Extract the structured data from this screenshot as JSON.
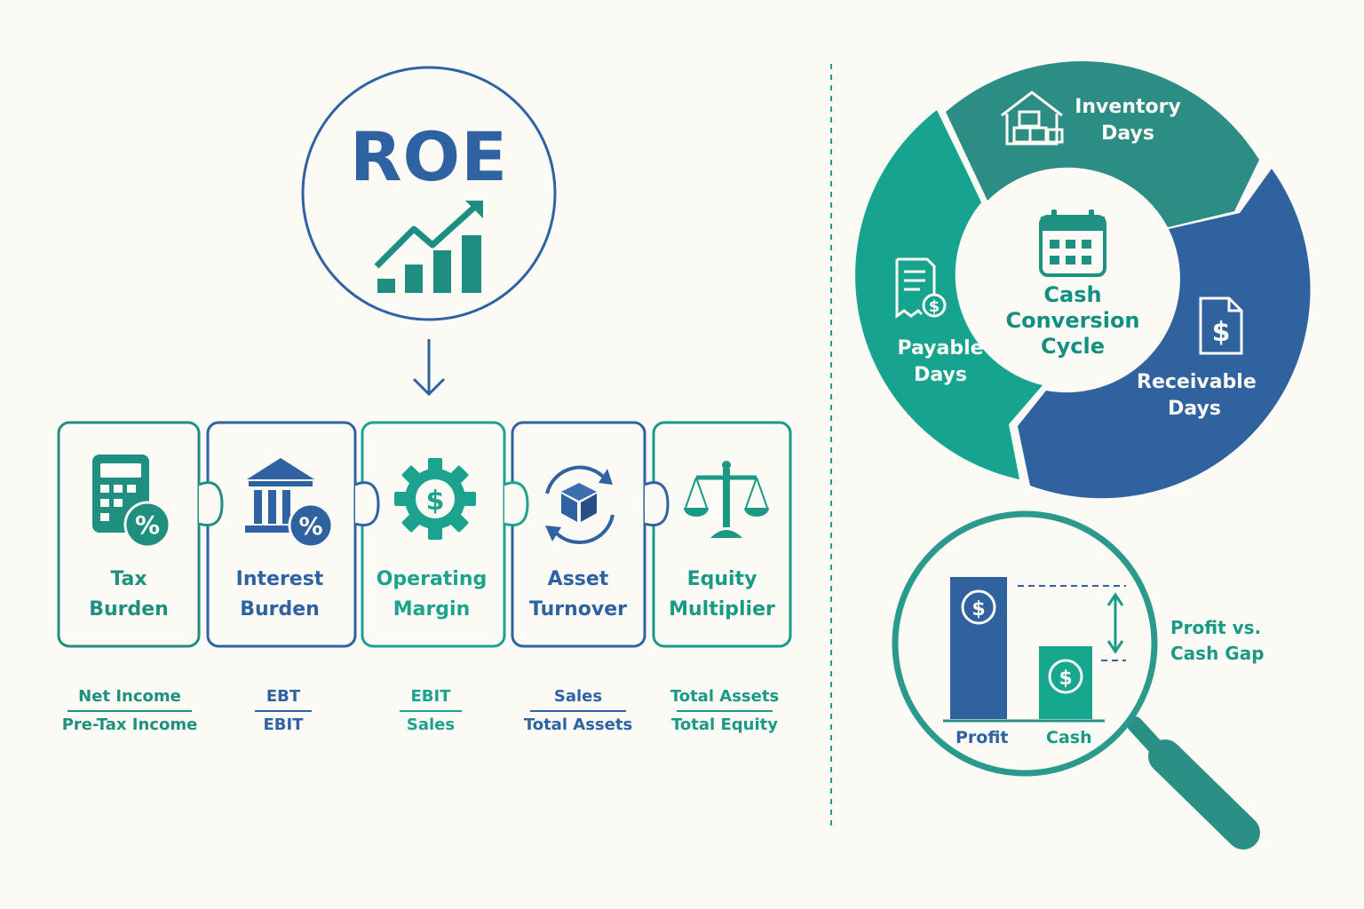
{
  "roe": {
    "title": "ROE"
  },
  "pieces": [
    {
      "id": "tax-burden",
      "line1": "Tax",
      "line2": "Burden",
      "color": "#1f9080",
      "icon": "calculator-percent-icon",
      "numerator": "Net Income",
      "denominator": "Pre-Tax Income"
    },
    {
      "id": "interest-burden",
      "line1": "Interest",
      "line2": "Burden",
      "color": "#2f62a1",
      "icon": "bank-percent-icon",
      "numerator": "EBT",
      "denominator": "EBIT"
    },
    {
      "id": "operating-margin",
      "line1": "Operating",
      "line2": "Margin",
      "color": "#1ca38d",
      "icon": "gear-dollar-icon",
      "numerator": "EBIT",
      "denominator": "Sales"
    },
    {
      "id": "asset-turnover",
      "line1": "Asset",
      "line2": "Turnover",
      "color": "#2f62a1",
      "icon": "box-cycle-icon",
      "numerator": "Sales",
      "denominator": "Total Assets"
    },
    {
      "id": "equity-multiplier",
      "line1": "Equity",
      "line2": "Multiplier",
      "color": "#1a9a86",
      "icon": "balance-scale-icon",
      "numerator": "Total Assets",
      "denominator": "Total Equity"
    }
  ],
  "cycle": {
    "center_line1": "Cash",
    "center_line2": "Conversion",
    "center_line3": "Cycle",
    "inventory_line1": "Inventory",
    "inventory_line2": "Days",
    "receivable_line1": "Receivable",
    "receivable_line2": "Days",
    "payable_line1": "Payable",
    "payable_line2": "Days"
  },
  "gap": {
    "profit_label": "Profit",
    "cash_label": "Cash",
    "caption_line1": "Profit vs.",
    "caption_line2": "Cash Gap"
  },
  "colors": {
    "blue": "#2f62a1",
    "teal": "#1a9a86",
    "green": "#15a88f",
    "dark_teal": "#2c8d84",
    "background": "#fbfaf5"
  }
}
